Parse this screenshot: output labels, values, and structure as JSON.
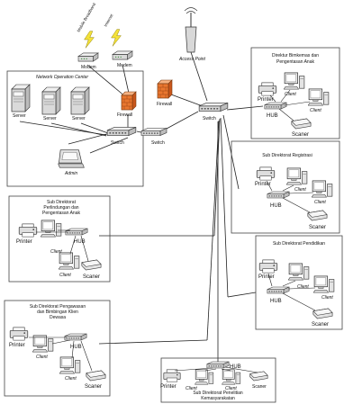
{
  "top": {
    "labels": {
      "modem_left": "Modem",
      "modem_right": "Modem",
      "lightning_left": "Mobile Broadband",
      "lightning_right": "Internet",
      "access_point": "Access Point"
    }
  },
  "noc": {
    "title": "Network Operation Center",
    "servers": [
      "Server",
      "Server",
      "Server"
    ],
    "firewall": "Firewall",
    "switch": "Switch",
    "admin": "Admin"
  },
  "center": {
    "firewall": "Firewall",
    "switch": "Switch",
    "core_switch": "Switch"
  },
  "rooms": {
    "r1": {
      "title_lines": [
        "Direktur Bimkemas dan",
        "Pengentasan Anak"
      ],
      "printer": "Printer",
      "hub": "HUB",
      "clients": [
        "Client",
        "Client"
      ],
      "scanner": "Scaner"
    },
    "r2": {
      "title_lines": [
        "Sub Direktorat Registrasi"
      ],
      "printer": "Printer",
      "hub": "HUB",
      "clients": [
        "Client",
        "Client"
      ],
      "scanner": "Scaner"
    },
    "r3": {
      "title_lines": [
        "Sub Direktorat Pendidikan"
      ],
      "printer": "Printer",
      "hub": "HUB",
      "clients": [
        "Client",
        "Client"
      ],
      "scanner": "Scaner"
    },
    "r4": {
      "title_lines": [
        "Sub Direktorat",
        "Perlindungan dan",
        "Pengentasan Anak"
      ],
      "printer": "Printer",
      "hub": "HUB",
      "clients": [
        "Client",
        "Client"
      ],
      "scanner": "Scaner"
    },
    "r5": {
      "title_lines": [
        "Sub Direktorat Pengawasan",
        "dan Bimbingan Klien",
        "Dewasa"
      ],
      "printer": "Printer",
      "hub": "HUB",
      "clients": [
        "Client",
        "Client"
      ],
      "scanner": "Scaner"
    },
    "r6": {
      "title_lines": [
        "Sub Direktorat Penelitian",
        "Kemasyarakatan"
      ],
      "printer": "Printer",
      "hub": "HUB",
      "clients": [
        "Client",
        "Client"
      ],
      "scanner": "Scaner"
    }
  }
}
